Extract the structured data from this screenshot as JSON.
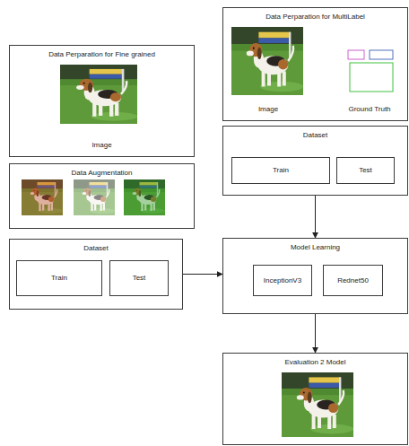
{
  "diagram": {
    "nodes": [
      {
        "text": [
          "Data Perparation for Fine grained",
          "Image"
        ]
      },
      {
        "text": [
          "Data Augmentation"
        ]
      },
      {
        "text": [
          "Dataset"
        ]
      },
      {
        "text": [
          "Train"
        ],
        "in": 2
      },
      {
        "text": [
          "Test"
        ],
        "in": 2
      },
      {
        "text": [
          "Data Perparation for MultiLabel",
          "Image",
          "Ground Truth"
        ]
      },
      {
        "text": [
          "Dataset"
        ]
      },
      {
        "text": [
          "Train"
        ],
        "in": 6
      },
      {
        "text": [
          "Test"
        ],
        "in": 6
      },
      {
        "text": [
          "Model Learning"
        ]
      },
      {
        "text": [
          "InceptionV3"
        ],
        "in": 9
      },
      {
        "text": [
          "Rednet50"
        ],
        "in": 9
      },
      {
        "text": [
          "Evaluation 2 Model"
        ]
      }
    ],
    "edges": [
      {
        "from": 2,
        "to": 9,
        "arrow": "to"
      },
      {
        "from": 6,
        "to": 9,
        "arrow": "to"
      },
      {
        "from": 9,
        "to": 12,
        "arrow": "to"
      }
    ]
  }
}
